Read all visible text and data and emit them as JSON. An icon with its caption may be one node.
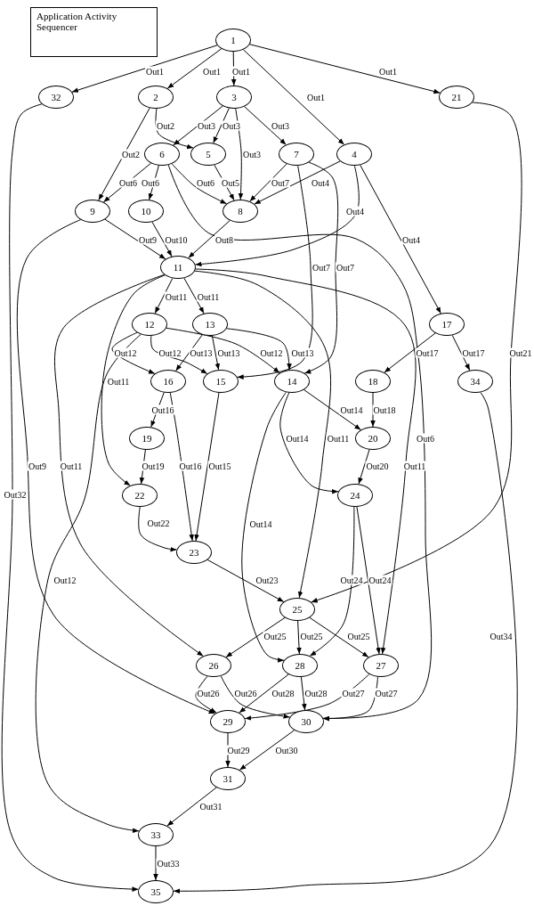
{
  "diagram": {
    "nodes": [
      {
        "text": [
          "Application Activity Sequencer"
        ]
      },
      {
        "text": [
          "1"
        ]
      },
      {
        "text": [
          "2"
        ]
      },
      {
        "text": [
          "3"
        ]
      },
      {
        "text": [
          "4"
        ]
      },
      {
        "text": [
          "5"
        ]
      },
      {
        "text": [
          "6"
        ]
      },
      {
        "text": [
          "7"
        ]
      },
      {
        "text": [
          "8"
        ]
      },
      {
        "text": [
          "9"
        ]
      },
      {
        "text": [
          "10"
        ]
      },
      {
        "text": [
          "11"
        ]
      },
      {
        "text": [
          "12"
        ]
      },
      {
        "text": [
          "13"
        ]
      },
      {
        "text": [
          "14"
        ]
      },
      {
        "text": [
          "15"
        ]
      },
      {
        "text": [
          "16"
        ]
      },
      {
        "text": [
          "17"
        ]
      },
      {
        "text": [
          "18"
        ]
      },
      {
        "text": [
          "19"
        ]
      },
      {
        "text": [
          "20"
        ]
      },
      {
        "text": [
          "21"
        ]
      },
      {
        "text": [
          "22"
        ]
      },
      {
        "text": [
          "23"
        ]
      },
      {
        "text": [
          "24"
        ]
      },
      {
        "text": [
          "25"
        ]
      },
      {
        "text": [
          "26"
        ]
      },
      {
        "text": [
          "27"
        ]
      },
      {
        "text": [
          "28"
        ]
      },
      {
        "text": [
          "29"
        ]
      },
      {
        "text": [
          "30"
        ]
      },
      {
        "text": [
          "31"
        ]
      },
      {
        "text": [
          "32"
        ]
      },
      {
        "text": [
          "33"
        ]
      },
      {
        "text": [
          "34"
        ]
      },
      {
        "text": [
          "35"
        ]
      }
    ],
    "edges": [
      {
        "from": 1,
        "to": 32,
        "arrow": "to",
        "label": "Out1"
      },
      {
        "from": 1,
        "to": 2,
        "arrow": "to",
        "label": "Out1"
      },
      {
        "from": 1,
        "to": 3,
        "arrow": "to",
        "label": "Out1"
      },
      {
        "from": 1,
        "to": 4,
        "arrow": "to",
        "label": "Out1"
      },
      {
        "from": 1,
        "to": 21,
        "arrow": "to",
        "label": "Out1"
      },
      {
        "from": 2,
        "to": 5,
        "arrow": "to",
        "label": "Out2"
      },
      {
        "from": 2,
        "to": 9,
        "arrow": "to",
        "label": "Out2"
      },
      {
        "from": 3,
        "to": 6,
        "arrow": "to",
        "label": "Out3"
      },
      {
        "from": 3,
        "to": 5,
        "arrow": "to",
        "label": "Out3"
      },
      {
        "from": 3,
        "to": 8,
        "arrow": "to",
        "label": "Out3"
      },
      {
        "from": 3,
        "to": 7,
        "arrow": "to",
        "label": "Out3"
      },
      {
        "from": 6,
        "to": 9,
        "arrow": "to",
        "label": "Out6"
      },
      {
        "from": 6,
        "to": 10,
        "arrow": "to",
        "label": "Out6"
      },
      {
        "from": 6,
        "to": 8,
        "arrow": "to",
        "label": "Out6"
      },
      {
        "from": 6,
        "to": 30,
        "arrow": "to",
        "label": "Out6"
      },
      {
        "from": 5,
        "to": 8,
        "arrow": "to",
        "label": "Out5"
      },
      {
        "from": 7,
        "to": 8,
        "arrow": "to",
        "label": "Out7"
      },
      {
        "from": 7,
        "to": 15,
        "arrow": "to",
        "label": "Out7"
      },
      {
        "from": 7,
        "to": 14,
        "arrow": "to",
        "label": "Out7"
      },
      {
        "from": 4,
        "to": 8,
        "arrow": "to",
        "label": "Out4"
      },
      {
        "from": 4,
        "to": 11,
        "arrow": "to",
        "label": "Out4"
      },
      {
        "from": 4,
        "to": 17,
        "arrow": "to",
        "label": "Out4"
      },
      {
        "from": 9,
        "to": 11,
        "arrow": "to",
        "label": "Out9"
      },
      {
        "from": 9,
        "to": 29,
        "arrow": "to",
        "label": "Out9"
      },
      {
        "from": 10,
        "to": 11,
        "arrow": "to",
        "label": "Out10"
      },
      {
        "from": 8,
        "to": 11,
        "arrow": "to",
        "label": "Out8"
      },
      {
        "from": 11,
        "to": 12,
        "arrow": "to",
        "label": "Out11"
      },
      {
        "from": 11,
        "to": 13,
        "arrow": "to",
        "label": "Out11"
      },
      {
        "from": 11,
        "to": 22,
        "arrow": "to",
        "label": "Out11"
      },
      {
        "from": 11,
        "to": 26,
        "arrow": "to",
        "label": "Out11"
      },
      {
        "from": 11,
        "to": 25,
        "arrow": "to",
        "label": "Out11"
      },
      {
        "from": 11,
        "to": 27,
        "arrow": "to",
        "label": "Out11"
      },
      {
        "from": 12,
        "to": 16,
        "arrow": "to",
        "label": "Out12"
      },
      {
        "from": 12,
        "to": 15,
        "arrow": "to",
        "label": "Out12"
      },
      {
        "from": 12,
        "to": 14,
        "arrow": "to",
        "label": "Out12"
      },
      {
        "from": 12,
        "to": 33,
        "arrow": "to",
        "label": "Out12"
      },
      {
        "from": 13,
        "to": 16,
        "arrow": "to",
        "label": "Out13"
      },
      {
        "from": 13,
        "to": 15,
        "arrow": "to",
        "label": "Out13"
      },
      {
        "from": 13,
        "to": 14,
        "arrow": "to",
        "label": "Out13"
      },
      {
        "from": 17,
        "to": 18,
        "arrow": "to",
        "label": "Out17"
      },
      {
        "from": 17,
        "to": 34,
        "arrow": "to",
        "label": "Out17"
      },
      {
        "from": 21,
        "to": 25,
        "arrow": "to",
        "label": "Out21"
      },
      {
        "from": 32,
        "to": 35,
        "arrow": "to",
        "label": "Out32"
      },
      {
        "from": 16,
        "to": 19,
        "arrow": "to",
        "label": "Out16"
      },
      {
        "from": 16,
        "to": 23,
        "arrow": "to",
        "label": "Out16"
      },
      {
        "from": 15,
        "to": 23,
        "arrow": "to",
        "label": "Out15"
      },
      {
        "from": 14,
        "to": 20,
        "arrow": "to",
        "label": "Out14"
      },
      {
        "from": 14,
        "to": 24,
        "arrow": "to",
        "label": "Out14"
      },
      {
        "from": 14,
        "to": 28,
        "arrow": "to",
        "label": "Out14"
      },
      {
        "from": 18,
        "to": 20,
        "arrow": "to",
        "label": "Out18"
      },
      {
        "from": 19,
        "to": 22,
        "arrow": "to",
        "label": "Out19"
      },
      {
        "from": 20,
        "to": 24,
        "arrow": "to",
        "label": "Out20"
      },
      {
        "from": 22,
        "to": 23,
        "arrow": "to",
        "label": "Out22"
      },
      {
        "from": 24,
        "to": 28,
        "arrow": "to",
        "label": "Out24"
      },
      {
        "from": 24,
        "to": 27,
        "arrow": "to",
        "label": "Out24"
      },
      {
        "from": 23,
        "to": 25,
        "arrow": "to",
        "label": "Out23"
      },
      {
        "from": 25,
        "to": 26,
        "arrow": "to",
        "label": "Out25"
      },
      {
        "from": 25,
        "to": 28,
        "arrow": "to",
        "label": "Out25"
      },
      {
        "from": 25,
        "to": 27,
        "arrow": "to",
        "label": "Out25"
      },
      {
        "from": 26,
        "to": 29,
        "arrow": "to",
        "label": "Out26"
      },
      {
        "from": 26,
        "to": 30,
        "arrow": "to",
        "label": "Out26"
      },
      {
        "from": 28,
        "to": 29,
        "arrow": "to",
        "label": "Out28"
      },
      {
        "from": 28,
        "to": 30,
        "arrow": "to",
        "label": "Out28"
      },
      {
        "from": 27,
        "to": 29,
        "arrow": "to",
        "label": "Out27"
      },
      {
        "from": 27,
        "to": 30,
        "arrow": "to",
        "label": "Out27"
      },
      {
        "from": 29,
        "to": 31,
        "arrow": "to",
        "label": "Out29"
      },
      {
        "from": 30,
        "to": 31,
        "arrow": "to",
        "label": "Out30"
      },
      {
        "from": 31,
        "to": 33,
        "arrow": "to",
        "label": "Out31"
      },
      {
        "from": 33,
        "to": 35,
        "arrow": "to",
        "label": "Out33"
      },
      {
        "from": 34,
        "to": 35,
        "arrow": "to",
        "label": "Out34"
      }
    ]
  }
}
